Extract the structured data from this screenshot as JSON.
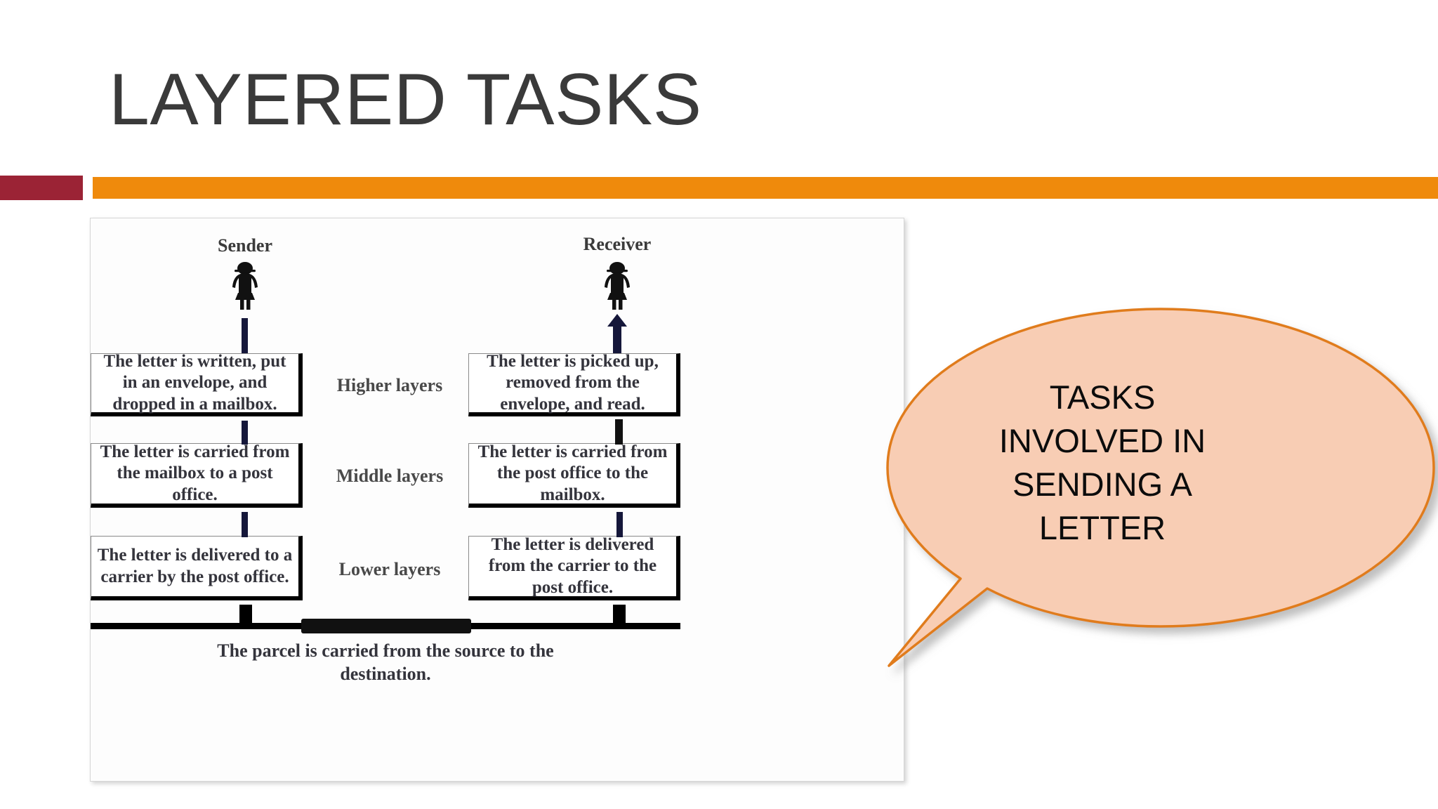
{
  "slide": {
    "title": "LAYERED TASKS",
    "accent_red": "#9B2335",
    "accent_orange": "#EF8A0C",
    "title_color": "#3A3A3A"
  },
  "diagram": {
    "sender_label": "Sender",
    "receiver_label": "Receiver",
    "sender_icon": "person-figure-icon",
    "receiver_icon": "person-figure-icon",
    "down_stem_icon": "vertical-connector-icon",
    "up_arrow_icon": "up-arrow-icon",
    "layer_labels": [
      "Higher layers",
      "Middle layers",
      "Lower layers"
    ],
    "sender_steps": [
      "The letter is written, put in an envelope, and dropped in a mailbox.",
      "The letter is carried from the mailbox to a post office.",
      "The letter is delivered to a carrier by the post office."
    ],
    "receiver_steps": [
      "The letter is picked up, removed from the envelope, and read.",
      "The letter is carried from the post office to the mailbox.",
      "The letter is delivered from the carrier to the post office."
    ],
    "caption": "The parcel is carried from the source to the destination."
  },
  "callout": {
    "text": "TASKS\nINVOLVED IN\nSENDING A\nLETTER",
    "fill": "#F8CDB4",
    "stroke": "#E07B1E"
  }
}
